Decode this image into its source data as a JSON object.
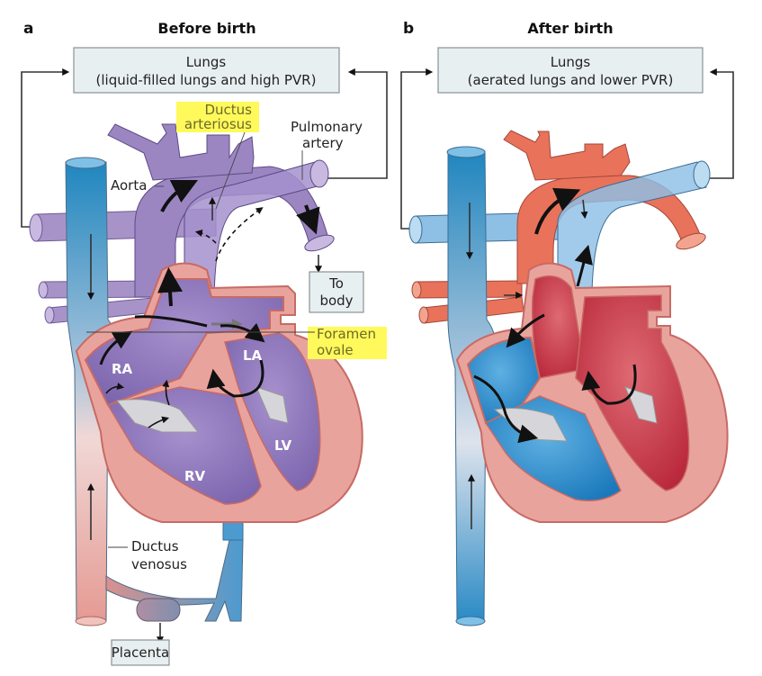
{
  "panels": [
    {
      "id": "a",
      "letter": "a",
      "title": "Before birth",
      "lungs_box": {
        "title": "Lungs",
        "subtitle": "(liquid-filled lungs and high PVR)"
      },
      "labels": {
        "ductus_arteriosus_1": "Ductus",
        "ductus_arteriosus_2": "arteriosus",
        "pulmonary_artery_1": "Pulmonary",
        "pulmonary_artery_2": "artery",
        "aorta": "Aorta",
        "to_body_1": "To",
        "to_body_2": "body",
        "foramen_ovale_1": "Foramen",
        "foramen_ovale_2": "ovale",
        "ra": "RA",
        "la": "LA",
        "rv": "RV",
        "lv": "LV",
        "ductus_venosus_1": "Ductus",
        "ductus_venosus_2": "venosus",
        "placenta": "Placenta"
      },
      "highlighted_labels": [
        "Ductus arteriosus",
        "Foramen ovale"
      ]
    },
    {
      "id": "b",
      "letter": "b",
      "title": "After birth",
      "lungs_box": {
        "title": "Lungs",
        "subtitle": "(aerated lungs and lower PVR)"
      }
    }
  ],
  "colors": {
    "fetal_mixed": "#9b86c2",
    "fetal_mixed_dark": "#7b64ad",
    "deoxygenated": "#3c8fcc",
    "deoxygenated_light": "#a9cce8",
    "oxygenated": "#e8735a",
    "oxygenated_dark": "#c23444",
    "myocardium": "#e9a39d",
    "myocardium_edge": "#d77a74",
    "highlight": "#fff95b",
    "box_fill": "#e8eff1"
  }
}
